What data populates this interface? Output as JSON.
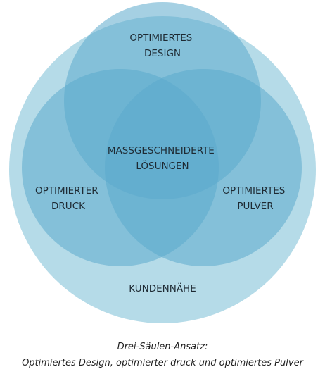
{
  "diagram": {
    "outer": {
      "label": "KUNDENNÄHE",
      "color": "#b5dbe8"
    },
    "circles": [
      {
        "key": "design",
        "lines": [
          "OPTIMIERTES",
          "DESIGN"
        ],
        "color": "#5ba9cc"
      },
      {
        "key": "druck",
        "lines": [
          "OPTIMIERTER",
          "DRUCK"
        ],
        "color": "#5ba9cc"
      },
      {
        "key": "pulver",
        "lines": [
          "OPTIMIERTES",
          "PULVER"
        ],
        "color": "#5ba9cc"
      }
    ],
    "center": {
      "lines": [
        "MASSGESCHNEIDERTE",
        "LÖSUNGEN"
      ]
    }
  },
  "caption": {
    "title": "Drei-Säulen-Ansatz:",
    "subtitle": "Optimiertes Design, optimierter druck und optimiertes Pulver"
  }
}
